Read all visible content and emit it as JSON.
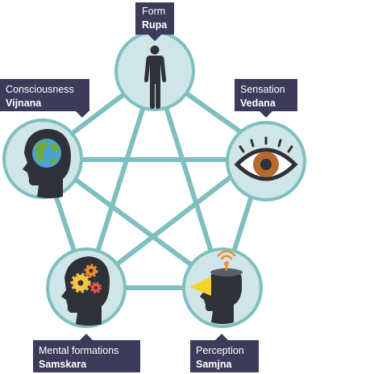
{
  "colors": {
    "connector": "#7fbfbf",
    "node_fill": "#cfe5e7",
    "node_border": "#7fbfbf",
    "label_bg": "#3d3b5a",
    "label_text": "#ffffff",
    "silhouette": "#2f3138",
    "globe_water": "#4aa3d8",
    "globe_land": "#6dab4a",
    "eye_iris": "#b8692d",
    "gear_orange": "#f08c2a",
    "gear_red": "#e2564d",
    "gear_yellow": "#f6c343",
    "cone_yellow": "#f5d328"
  },
  "nodes": [
    {
      "id": "form",
      "icon": "human-figure-icon",
      "label": {
        "english": "Form",
        "pali": "Rupa"
      }
    },
    {
      "id": "sensation",
      "icon": "eye-icon",
      "label": {
        "english": "Sensation",
        "pali": "Vedana"
      }
    },
    {
      "id": "perception",
      "icon": "head-signal-icon",
      "label": {
        "english": "Perception",
        "pali": "Samjna"
      }
    },
    {
      "id": "mental-formations",
      "icon": "head-gears-icon",
      "label": {
        "english": "Mental formations",
        "pali": "Samskara"
      }
    },
    {
      "id": "consciousness",
      "icon": "head-globe-icon",
      "label": {
        "english": "Consciousness",
        "pali": "Vijnana"
      }
    }
  ]
}
